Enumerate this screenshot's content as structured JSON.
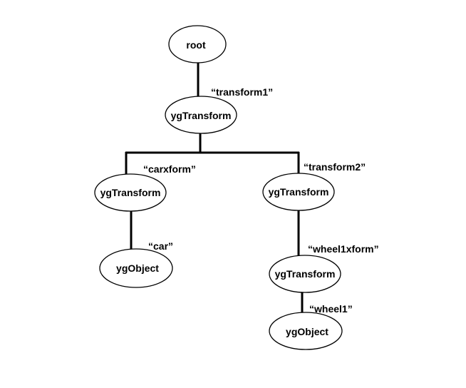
{
  "diagram": {
    "nodes": {
      "root": "root",
      "transform_top": "ygTransform",
      "transform_left": "ygTransform",
      "transform_right": "ygTransform",
      "object_left": "ygObject",
      "transform_wheel": "ygTransform",
      "object_wheel": "ygObject"
    },
    "edge_labels": {
      "transform1": "“transform1”",
      "carxform": "“carxform”",
      "transform2": "“transform2”",
      "car": "“car”",
      "wheel1xform": "“wheel1xform”",
      "wheel1": "“wheel1”"
    }
  }
}
